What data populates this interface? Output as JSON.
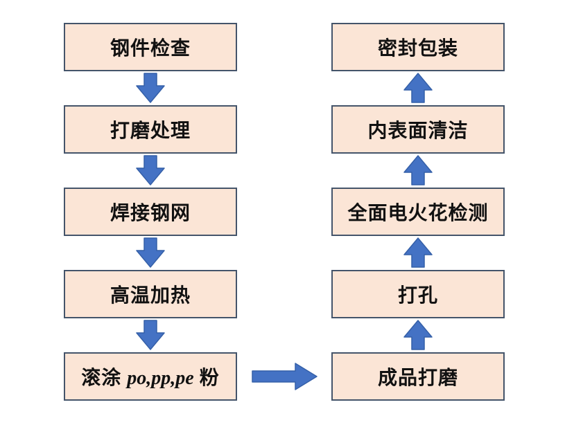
{
  "diagram": {
    "type": "flowchart",
    "left_column": {
      "flow_direction": "top-to-bottom",
      "boxes": [
        {
          "label": "钢件检查"
        },
        {
          "label": "打磨处理"
        },
        {
          "label": "焊接钢网"
        },
        {
          "label": "高温加热"
        },
        {
          "label": "滚涂 po,pp,pe 粉",
          "parts": {
            "prefix": "滚涂 ",
            "latin": "po,pp,pe",
            "suffix": " 粉"
          }
        }
      ]
    },
    "right_column": {
      "flow_direction": "bottom-to-top",
      "boxes": [
        {
          "label": "密封包装"
        },
        {
          "label": "内表面清洁"
        },
        {
          "label": "全面电火花检测"
        },
        {
          "label": "打孔"
        },
        {
          "label": "成品打磨"
        }
      ]
    },
    "connector": {
      "from": "滚涂 po,pp,pe 粉",
      "to": "成品打磨",
      "direction": "right"
    },
    "colors": {
      "background": "#FFFFFF",
      "box_fill": "#FBE5D6",
      "box_border": "#44546A",
      "arrow_fill": "#4472C4",
      "arrow_border": "#3560A8",
      "text": "#111111"
    }
  }
}
